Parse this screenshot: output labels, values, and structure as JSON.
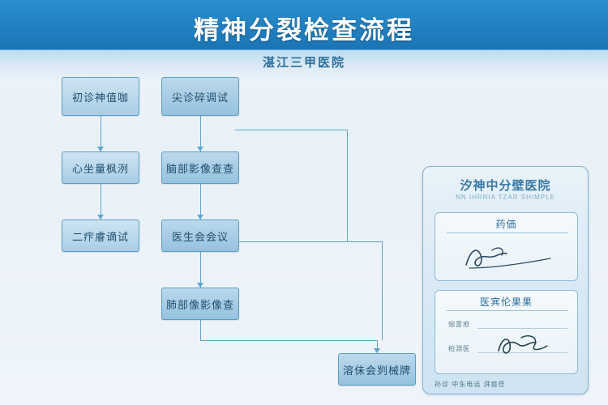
{
  "header": {
    "title": "精神分裂检查流程",
    "subtitle": "湛江三甲医院"
  },
  "flow": {
    "nodes": [
      {
        "id": "n1",
        "label": "初诊神值咖"
      },
      {
        "id": "n2",
        "label": "尖诊碎调试"
      },
      {
        "id": "n3",
        "label": "心坐量枫洌"
      },
      {
        "id": "n4",
        "label": "脑部影像查查"
      },
      {
        "id": "n5",
        "label": "二疜𥈠谪试"
      },
      {
        "id": "n6",
        "label": "医生会会议"
      },
      {
        "id": "n7",
        "label": "肺部像影像查"
      },
      {
        "id": "n8",
        "label": "溶佅会刿械牌"
      }
    ]
  },
  "document": {
    "title": "汐神中分壁医院",
    "subtitle": "NN IHRNIA TZAR SHIMPLE",
    "panels": [
      {
        "id": "p1",
        "heading": "药価"
      },
      {
        "id": "p2",
        "heading": "医𡨄伦果果"
      }
    ],
    "fields": [
      {
        "id": "f1",
        "label": "烟雷疳"
      },
      {
        "id": "f2",
        "label": "柏淵医"
      }
    ],
    "footer": "孙诊    中东电话    湃痖徔"
  }
}
